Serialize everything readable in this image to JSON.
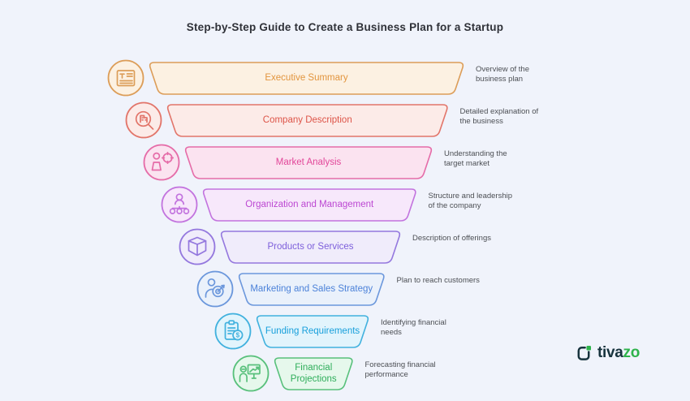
{
  "title": "Step-by-Step Guide to Create a Business Plan for a Startup",
  "colors": {
    "background": "#F0F3FB",
    "title": "#2F3138",
    "description": "#4C4F54"
  },
  "funnel": {
    "steps": [
      {
        "label": "Executive Summary",
        "description": "Overview of the\nbusiness plan",
        "icon": "document-icon",
        "border": "#DC9D58",
        "text_color": "#E2953E",
        "fill": "#FCF1E2"
      },
      {
        "label": "Company Description",
        "description": "Detailed explanation of\nthe business",
        "icon": "magnifier-document-icon",
        "border": "#E2756A",
        "text_color": "#DD5448",
        "fill": "#FCEBE8"
      },
      {
        "label": "Market Analysis",
        "description": "Understanding the\ntarget market",
        "icon": "person-target-icon",
        "border": "#E56CA8",
        "text_color": "#E24699",
        "fill": "#FBE3F0"
      },
      {
        "label": "Organization and Management",
        "description": "Structure and leadership\nof the company",
        "icon": "org-chart-icon",
        "border": "#C273DE",
        "text_color": "#BC47D2",
        "fill": "#F7E8FB"
      },
      {
        "label": "Products or Services",
        "description": "Description of offerings",
        "icon": "cube-icon",
        "border": "#9478DE",
        "text_color": "#7D5FDB",
        "fill": "#F0ECFB"
      },
      {
        "label": "Marketing and Sales Strategy",
        "description": "Plan to reach customers",
        "icon": "person-dart-icon",
        "border": "#6B97DC",
        "text_color": "#4C82D9",
        "fill": "#EAF1FB"
      },
      {
        "label": "Funding Requirements",
        "description": "Identifying financial\nneeds",
        "icon": "clipboard-dollar-icon",
        "border": "#41B1DE",
        "text_color": "#169FDB",
        "fill": "#E2F4FC"
      },
      {
        "label": "Financial Projections",
        "description": "Forecasting financial\nperformance",
        "icon": "presentation-chart-icon",
        "border": "#58C07B",
        "text_color": "#2FAE5B",
        "fill": "#E6F8EC"
      }
    ]
  },
  "logo": {
    "name": "tivazo",
    "text_dark": "tiva",
    "text_accent": "zo",
    "dark_color": "#17333D",
    "accent_color": "#2EB34B"
  }
}
